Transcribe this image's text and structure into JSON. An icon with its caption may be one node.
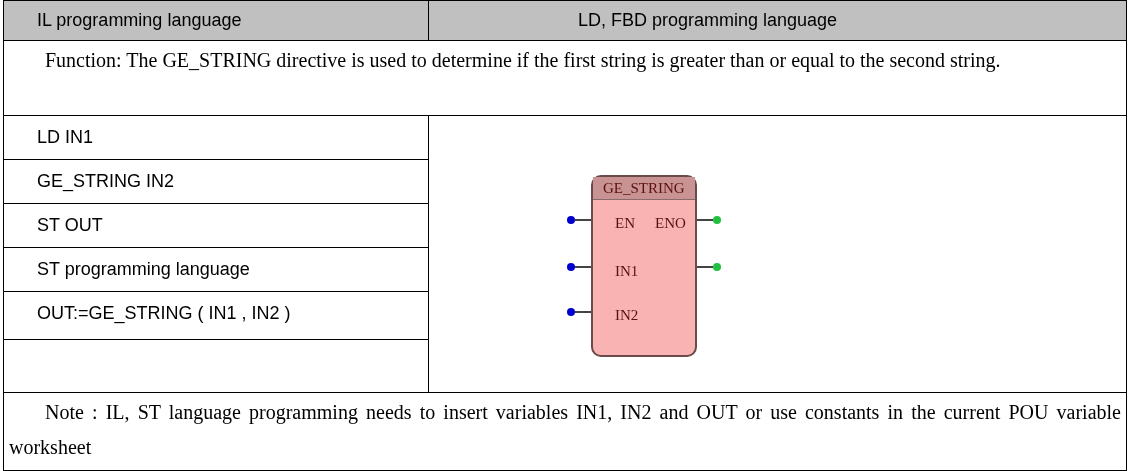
{
  "diagram": {
    "nodes": [
      {
        "text": [
          "GE_STRING",
          "EN",
          "ENO",
          "IN1",
          "IN2"
        ]
      },
      {
        "text": [],
        "shape": "circle"
      },
      {
        "text": [],
        "shape": "circle"
      },
      {
        "text": [],
        "shape": "circle"
      },
      {
        "text": [],
        "shape": "circle"
      },
      {
        "text": [],
        "shape": "circle"
      }
    ],
    "edges": [
      {
        "from": 1,
        "to": 0,
        "arrow": "none"
      },
      {
        "from": 0,
        "to": 2,
        "arrow": "none"
      },
      {
        "from": 3,
        "to": 0,
        "arrow": "none"
      },
      {
        "from": 0,
        "to": 4,
        "arrow": "none"
      },
      {
        "from": 5,
        "to": 0,
        "arrow": "none"
      }
    ],
    "labels": [
      "IL programming language",
      "LD, FBD programming language",
      "Function: The GE_STRING directive is used to determine if the first string is greater than or equal to the second string.",
      "LD IN1",
      "GE_STRING IN2",
      "ST OUT",
      "ST programming language",
      "OUT:=GE_STRING ( IN1 , IN2 )",
      "Note : IL, ST language programming needs to insert variables IN1, IN2 and OUT or use constants in the current POU variable worksheet"
    ]
  }
}
